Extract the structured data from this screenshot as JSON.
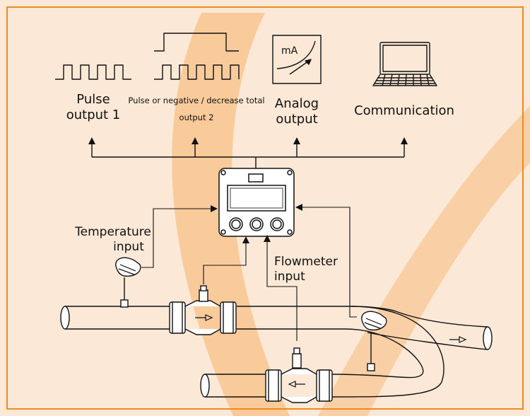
{
  "colors": {
    "background": "#fbe8d6",
    "border": "#f08a1c",
    "swoosh": "#f7b26a",
    "line": "#111111",
    "device_fill": "#ffffff"
  },
  "labels": {
    "pulse_output_1": [
      "Pulse",
      "output 1"
    ],
    "pulse_output_2": [
      "Pulse or negative / decrease total",
      "output 2"
    ],
    "analog_output": [
      "Analog",
      "output"
    ],
    "analog_unit": "mA",
    "communication": "Communication",
    "temperature_input": [
      "Temperature",
      "input"
    ],
    "flowmeter_input": [
      "Flowmeter",
      "input"
    ]
  },
  "icons": [
    "square-wave-icon",
    "dual-square-wave-icon",
    "milliamp-meter-icon",
    "laptop-icon",
    "flow-computer-device",
    "temperature-sensor-icon",
    "turbine-flowmeter-icon",
    "pipe"
  ]
}
